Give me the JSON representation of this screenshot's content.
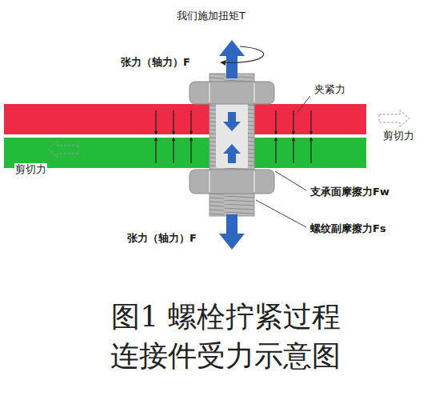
{
  "diagram": {
    "caption": "图1 螺栓拧紧过程 连接件受力示意图",
    "labels": [
      "我们施加扭矩T",
      "张力（轴力）F",
      "夹紧力",
      "剪切力",
      "剪切力",
      "支承面摩擦力Fw",
      "螺纹副摩擦力Fs",
      "张力（轴力）F"
    ]
  }
}
